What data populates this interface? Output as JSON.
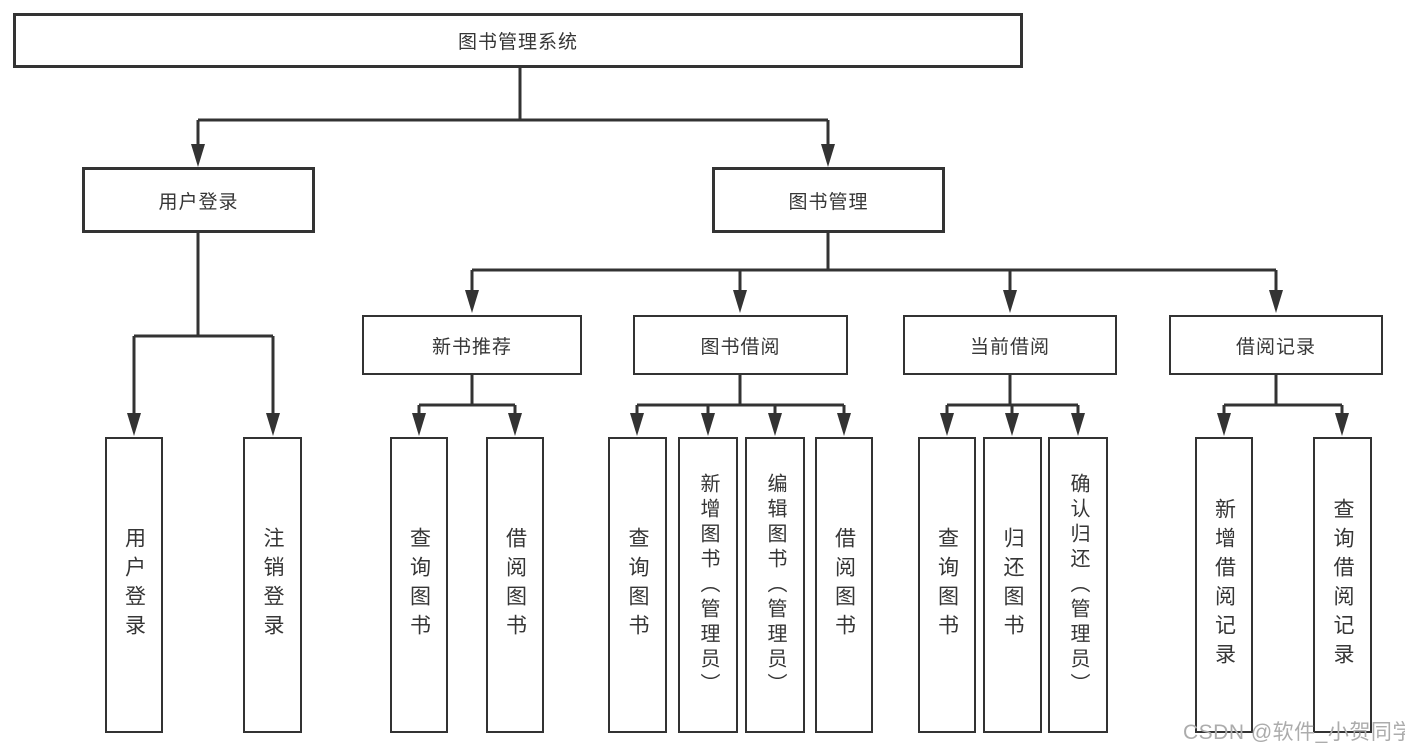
{
  "tree": {
    "root": {
      "label": "图书管理系统"
    },
    "branches": [
      {
        "label": "用户登录",
        "children": [
          {
            "label": "用户登录"
          },
          {
            "label": "注销登录"
          }
        ]
      },
      {
        "label": "图书管理",
        "children": [
          {
            "label": "新书推荐",
            "children": [
              {
                "label": "查询图书"
              },
              {
                "label": "借阅图书"
              }
            ]
          },
          {
            "label": "图书借阅",
            "children": [
              {
                "label": "查询图书"
              },
              {
                "label": "新增图书（管理员）"
              },
              {
                "label": "编辑图书（管理员）"
              },
              {
                "label": "借阅图书"
              }
            ]
          },
          {
            "label": "当前借阅",
            "children": [
              {
                "label": "查询图书"
              },
              {
                "label": "归还图书"
              },
              {
                "label": "确认归还（管理员）"
              }
            ]
          },
          {
            "label": "借阅记录",
            "children": [
              {
                "label": "新增借阅记录"
              },
              {
                "label": "查询借阅记录"
              }
            ]
          }
        ]
      }
    ]
  },
  "watermark": "CSDN @软件_小贺同学",
  "colors": {
    "line": "#333333",
    "box_border": "#333333",
    "box_fill": "#ffffff",
    "text": "#363636",
    "watermark": "#acacac",
    "background": "#ffffff"
  }
}
